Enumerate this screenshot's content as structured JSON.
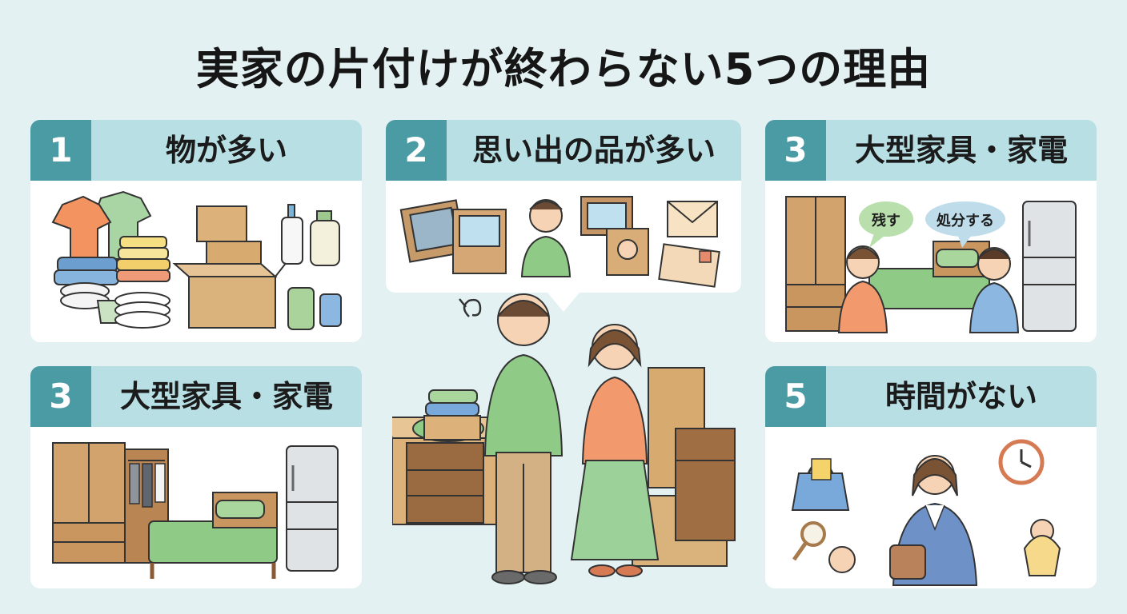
{
  "title": "実家の片付けが終わらない5つの理由",
  "cards": [
    {
      "number": "1",
      "label": "物が多い"
    },
    {
      "number": "2",
      "label": "思い出の品が多い"
    },
    {
      "number": "3",
      "label": "大型家具・家電"
    },
    {
      "number": "3",
      "label": "大型家具・家電"
    },
    {
      "number": "5",
      "label": "時間がない"
    }
  ],
  "speech": {
    "keep": "残す",
    "dispose": "処分する"
  },
  "colors": {
    "background": "#e3f1f3",
    "header_band": "#b7dfe4",
    "number_box": "#4b9ba5",
    "wood": "#d2a36c",
    "green": "#8fcb87",
    "cardboard": "#d9b27c"
  }
}
